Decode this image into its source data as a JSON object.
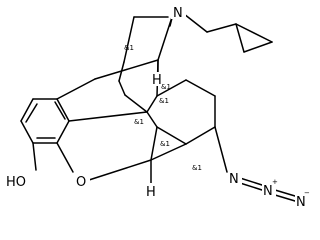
{
  "molecule": {
    "atoms": {
      "nitrogen": "N",
      "oxygen_ring": "O",
      "hydroxyl": "HO",
      "azide_n1": "N",
      "azide_plus": "+",
      "azide_n2": "N",
      "azide_minus": "−",
      "azide_n3": "N",
      "h_top": "H",
      "h_bottom": "H"
    },
    "stereo_labels": [
      "&1",
      "&1",
      "&1",
      "&1",
      "&1",
      "&1"
    ]
  }
}
